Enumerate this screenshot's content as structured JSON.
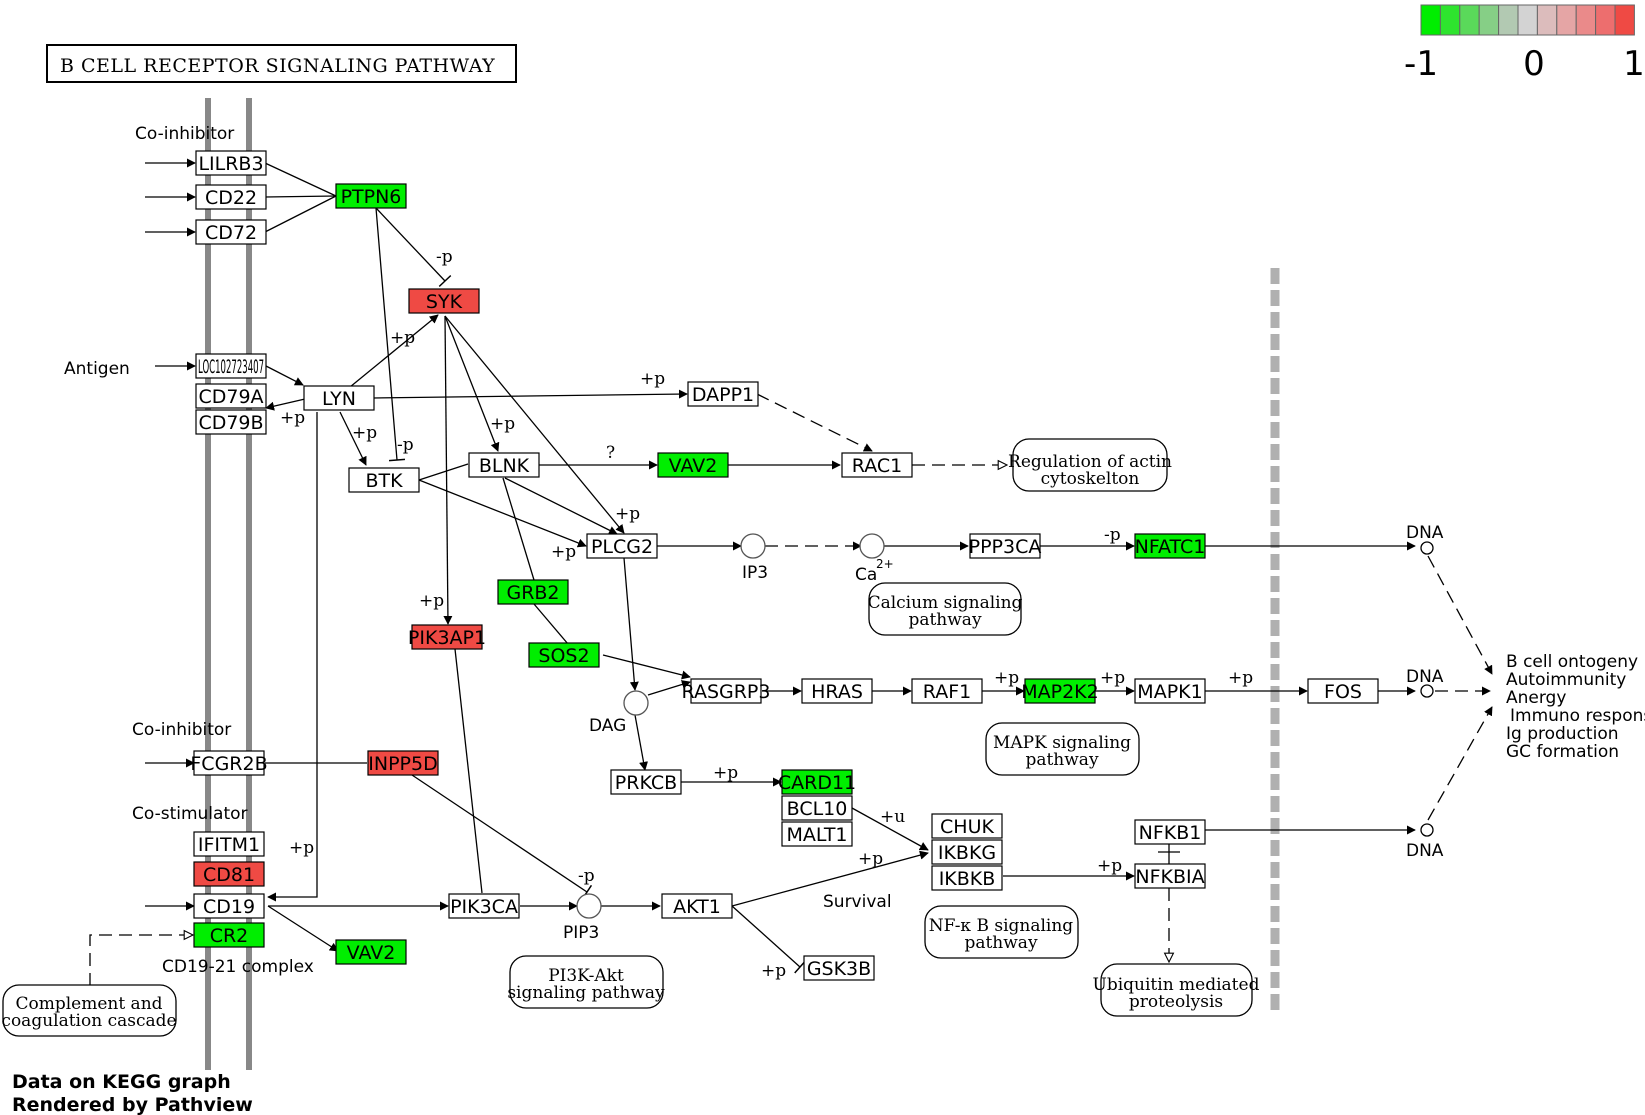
{
  "title": "B CELL RECEPTOR SIGNALING PATHWAY",
  "legend": {
    "min_label": "-1",
    "mid_label": "0",
    "max_label": "1"
  },
  "colors": {
    "up": "#ef4a44",
    "down": "#00ee00",
    "none": "#ffffff",
    "membrane": "#888888",
    "dashed_divider": "#b0b0b0"
  },
  "footer": {
    "line1": "Data on KEGG graph",
    "line2": "Rendered by Pathview"
  },
  "genes": {
    "LILRB3": "LILRB3",
    "CD22": "CD22",
    "CD72": "CD72",
    "PTPN6": "PTPN6",
    "SYK": "SYK",
    "LOC": "LOC102723407",
    "CD79A": "CD79A",
    "CD79B": "CD79B",
    "LYN": "LYN",
    "DAPP1": "DAPP1",
    "BTK": "BTK",
    "BLNK": "BLNK",
    "VAV2a": "VAV2",
    "RAC1": "RAC1",
    "PLCG2": "PLCG2",
    "PPP3CA": "PPP3CA",
    "NFATC1": "NFATC1",
    "GRB2": "GRB2",
    "PIK3AP1": "PIK3AP1",
    "SOS2": "SOS2",
    "RASGRP3": "RASGRP3",
    "HRAS": "HRAS",
    "RAF1": "RAF1",
    "MAP2K2": "MAP2K2",
    "MAPK1": "MAPK1",
    "FOS": "FOS",
    "FCGR2B": "FCGR2B",
    "INPP5D": "INPP5D",
    "PRKCB": "PRKCB",
    "CARD11": "CARD11",
    "BCL10": "BCL10",
    "MALT1": "MALT1",
    "CHUK": "CHUK",
    "IKBKG": "IKBKG",
    "IKBKB": "IKBKB",
    "NFKB1": "NFKB1",
    "NFKBIA": "NFKBIA",
    "IFITM1": "IFITM1",
    "CD81": "CD81",
    "CD19": "CD19",
    "CR2": "CR2",
    "PIK3CA": "PIK3CA",
    "AKT1": "AKT1",
    "GSK3B": "GSK3B",
    "VAV2b": "VAV2"
  },
  "labels": {
    "co_inhibitor_1": "Co-inhibitor",
    "antigen": "Antigen",
    "co_inhibitor_2": "Co-inhibitor",
    "co_stimulator": "Co-stimulator",
    "cd19_21": "CD19-21 complex",
    "ip3": "IP3",
    "ca": "Ca",
    "ca_sup": "2+",
    "dag": "DAG",
    "pip3": "PIP3",
    "dna1": "DNA",
    "dna2": "DNA",
    "dna3": "DNA",
    "survival": "Survival",
    "outcomes": [
      "B cell ontogeny",
      "Autoimmunity",
      "Anergy",
      "Immuno response",
      "Ig production",
      "GC formation"
    ]
  },
  "pathways": {
    "actin_1": "Regulation of actin",
    "actin_2": "cytoskelton",
    "calcium_1": "Calcium signaling",
    "calcium_2": "pathway",
    "mapk_1": "MAPK signaling",
    "mapk_2": "pathway",
    "nfkb_1": "NF-κ B signaling",
    "nfkb_2": "pathway",
    "pi3k_1": "PI3K-Akt",
    "pi3k_2": "signaling pathway",
    "ubiq_1": "Ubiquitin mediated",
    "ubiq_2": "proteolysis",
    "complement_1": "Complement and",
    "complement_2": "coagulation cascade"
  },
  "edge_labels": {
    "p_ptpn6_syk": "-p",
    "p_lyn_syk": "+p",
    "p_lyn_cd79": "+p",
    "p_lyn_btk": "+p",
    "p_ptpn6_btk": "-p",
    "p_syk_blnk": "+p",
    "p_lyn_dapp1": "+p",
    "q_blnk_vav2": "?",
    "p_syk_plcg2": "+p",
    "p_btk_plcg2": "+p",
    "p_syk_pik3ap1": "+p",
    "p_ppp3ca_nfatc1": "-p",
    "p_raf1_map2k2": "+p",
    "p_map2k2_mapk1": "+p",
    "p_mapk1_fos": "+p",
    "p_inpp5d": "-p",
    "p_prkcb_card11": "+p",
    "u_card11_ikbkg": "+u",
    "p_akt1_ikbkg": "+p",
    "p_ikbkb_nfkbia": "+p",
    "p_lyn_cd19": "+p",
    "p_akt1_gsk3b": "+p"
  }
}
